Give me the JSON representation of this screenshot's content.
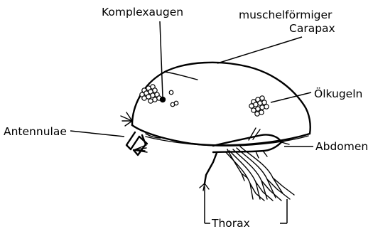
{
  "labels": {
    "komplexaugen": "Komplexaugen",
    "carapax_line1": "muschelförmiger",
    "carapax_line2": "Carapax",
    "oelkugeln": "Ölkugeln",
    "antennulae": "Antennulae",
    "abdomen": "Abdomen",
    "thorax": "Thorax"
  }
}
